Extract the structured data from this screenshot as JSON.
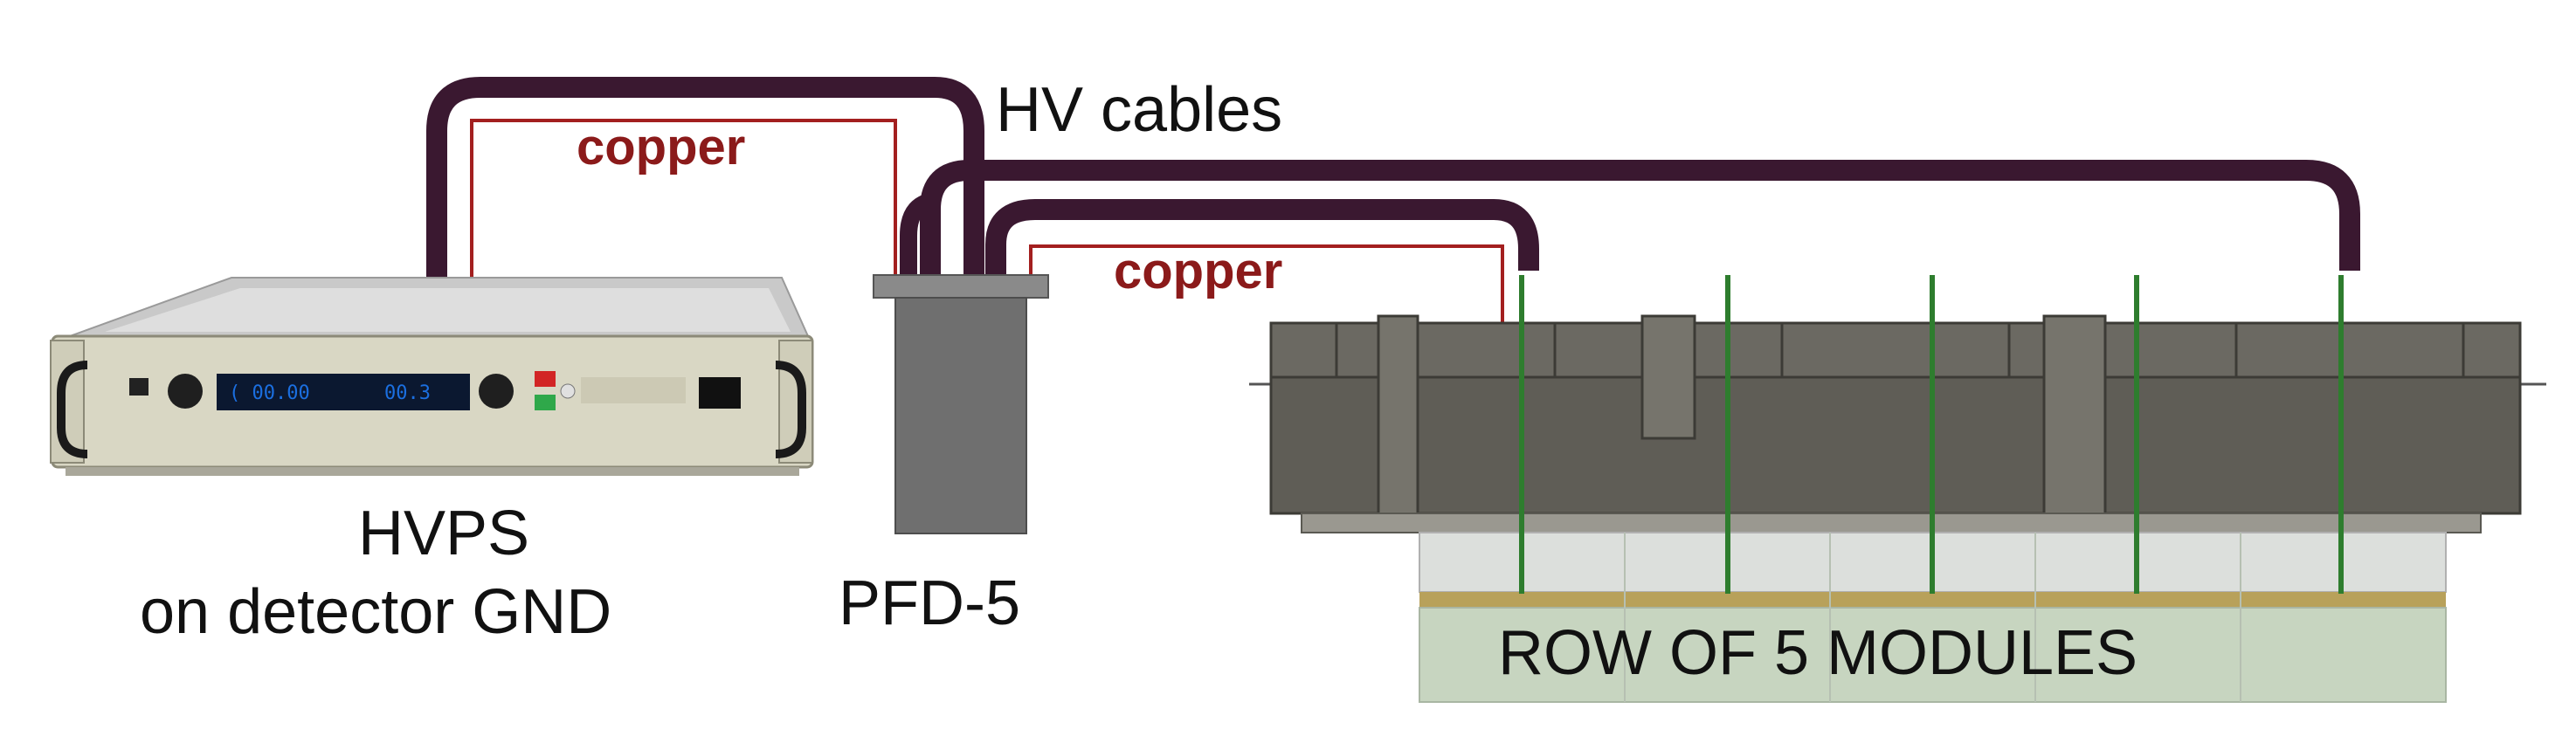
{
  "labels": {
    "hv_cables": "HV cables",
    "copper_top": "copper",
    "copper_mid": "copper",
    "hvps_line1": "HVPS",
    "hvps_line2": "on detector GND",
    "pfd": "PFD-5",
    "row": "ROW OF 5 MODULES"
  },
  "hvps_display": {
    "left_readout": "( 00.00",
    "right_readout": "00.3"
  },
  "colors": {
    "hv_cable": "#3a1830",
    "copper_wire": "#a31f1f",
    "copper_text": "#8b1a1a",
    "ground_rod": "#2e7d2e",
    "chassis": "#d9d7c4",
    "pfd_body": "#6f6f6f",
    "module_frame": "#5f5d56",
    "module_stripe": "#b8a15a",
    "module_block": "#c7d5c0"
  },
  "components": [
    "hvps",
    "pfd-5",
    "detector-frame",
    "module-row"
  ]
}
